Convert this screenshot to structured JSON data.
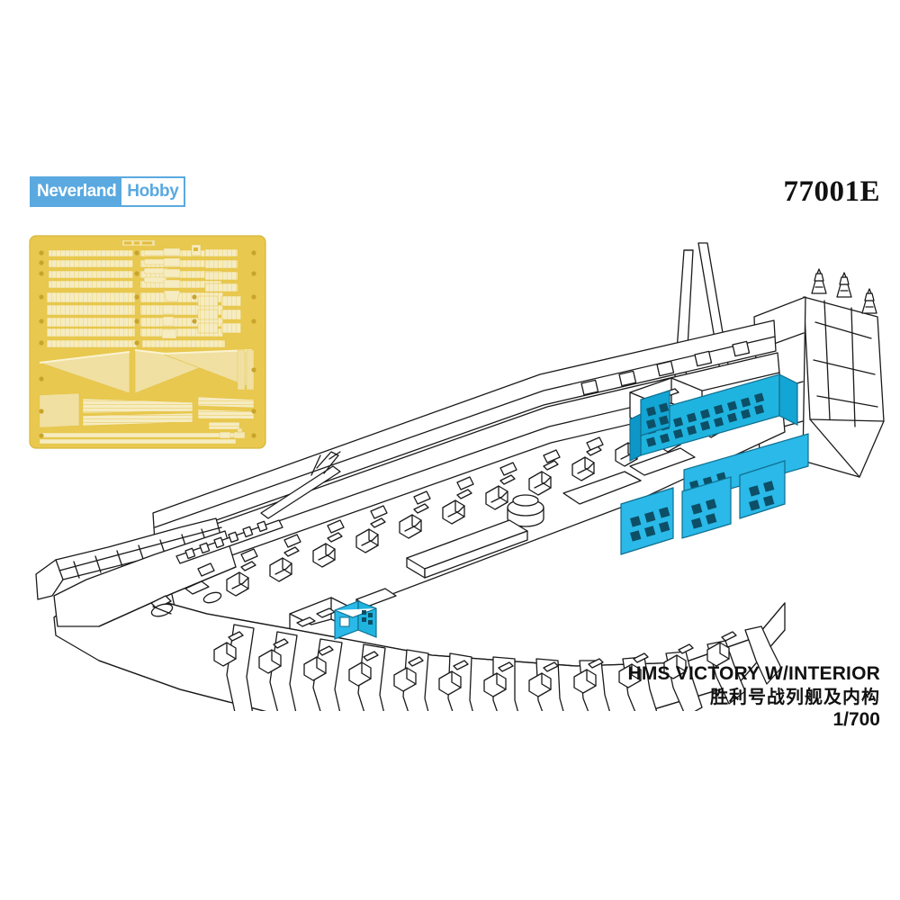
{
  "brand": {
    "primary": "Neverland",
    "secondary": "Hobby",
    "logo_bg_color": "#5aa9e0",
    "logo_text_color": "#ffffff"
  },
  "product": {
    "code": "77001E",
    "title_en": "HMS VICTORY W/INTERIOR",
    "title_cn": "胜利号战列舰及内构",
    "scale": "1/700"
  },
  "colors": {
    "background": "#ffffff",
    "line_art": "#1a1a1a",
    "fret_base": "#e8c84e",
    "fret_part": "#f6ecc2",
    "highlight_cyan": "#2ab9e8",
    "highlight_cyan_dark": "#0c4f66",
    "brand_blue": "#5aa9e0"
  },
  "illustration": {
    "subject": "HMS Victory hull with cutaway interior, isometric three-quarter view",
    "photo_etch_fret": {
      "label": "brass photo-etch detail fret",
      "parts_groups": [
        "railings",
        "gallery-windows",
        "small-fittings",
        "netting-triangles",
        "ladder-strips",
        "long-rails"
      ]
    },
    "ship_features": [
      "mast-stubs",
      "stern-transom",
      "stern-lanterns",
      "quarter-gallery",
      "upper-bulwark-with-gunports",
      "main-deck",
      "cannon-rows",
      "capstan",
      "deck-hatches",
      "deck-gratings",
      "deck-house",
      "hull-frames",
      "bow-beakhead",
      "bowsprit",
      "forecastle-rail"
    ],
    "highlighted_parts": [
      "aft-upper-bulkhead",
      "aft-end-panel",
      "lower-long-strip",
      "mid-panel-a",
      "mid-panel-b",
      "mid-panel-c",
      "aft-grid-panel",
      "midship-companionway"
    ]
  }
}
